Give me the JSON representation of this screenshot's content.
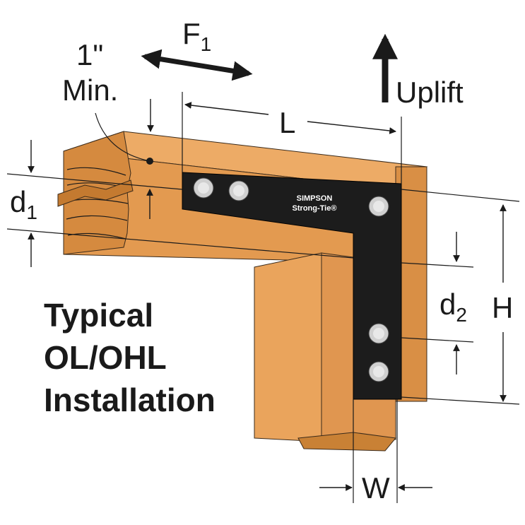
{
  "labels": {
    "f1_main": "F",
    "f1_sub": "1",
    "uplift": "Uplift",
    "min_line1": "1\"",
    "min_line2": "Min.",
    "L": "L",
    "d1_main": "d",
    "d1_sub": "1",
    "d2_main": "d",
    "d2_sub": "2",
    "H": "H",
    "W": "W"
  },
  "brand": {
    "line1": "SIMPSON",
    "line2": "Strong-Tie®"
  },
  "caption": {
    "line1": "Typical",
    "line2": "OL/OHL",
    "line3": "Installation"
  },
  "colors": {
    "wood_light": "#e9a25a",
    "wood_mid": "#d98f45",
    "wood_dark": "#b96f2e",
    "bracket": "#1c1c1c",
    "bolt": "#cfcfcf"
  }
}
